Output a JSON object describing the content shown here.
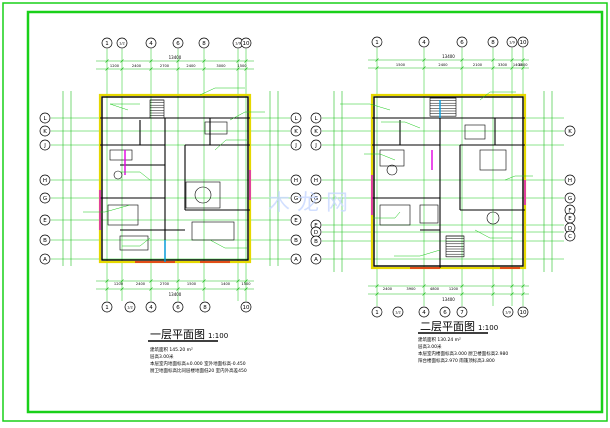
{
  "drawing": {
    "colors": {
      "border": "#19d019",
      "grid": "#18c818",
      "wall": "#000000",
      "dim": "#20c020",
      "yellow": "#e6d800",
      "magenta": "#e000e0",
      "red": "#e02020",
      "cyan": "#00a0e0",
      "watermark": "#c8d8ff"
    },
    "watermark_text": "木 龙 网",
    "plan1": {
      "title": "一层平面图",
      "scale": "1:100",
      "top_axes": [
        "1",
        "1/2",
        "4",
        "6",
        "8",
        "1/9",
        "10"
      ],
      "bottom_axes": [
        "1",
        "1/2",
        "4",
        "6",
        "8",
        "10"
      ],
      "side_axes": [
        "L",
        "K",
        "J",
        "H",
        "G",
        "E",
        "B",
        "A"
      ],
      "overall_dim": "13400",
      "top_dims": [
        "1200",
        "2400",
        "2700",
        "2400",
        "3000",
        "1500"
      ],
      "bottom_dims": [
        "1200",
        "2400",
        "2700",
        "1500",
        "1400",
        "1500"
      ],
      "notes": [
        "建筑面积 145.20 m²",
        "层高3.00米",
        "本层室内地面标高±0.000 室外地面标高-0.450",
        "厨卫地面标高比同层楼地面低20 室内外高差450"
      ]
    },
    "plan2": {
      "title": "二层平面图",
      "scale": "1:100",
      "top_axes": [
        "1",
        "4",
        "6",
        "8",
        "1/9",
        "10"
      ],
      "bottom_axes": [
        "1",
        "1/2",
        "4",
        "6",
        "7",
        "1/9",
        "10"
      ],
      "left_axes": [
        "L",
        "K",
        "J",
        "H",
        "G",
        "E",
        "D",
        "B",
        "A"
      ],
      "right_axes": [
        "K",
        "H",
        "G",
        "F",
        "E",
        "D",
        "C"
      ],
      "overall_dim": "13400",
      "top_dims": [
        "1500",
        "2400",
        "2100",
        "3300",
        "1400",
        "1500"
      ],
      "bottom_dims": [
        "2400",
        "3900",
        "4800",
        "1200"
      ],
      "notes": [
        "建筑面积 130.24 m²",
        "层高3.00米",
        "本层室内楼面标高3.000 厨卫楼面标高2.980",
        "阳台楼面标高2.970 雨篷顶标高3.800"
      ]
    }
  }
}
